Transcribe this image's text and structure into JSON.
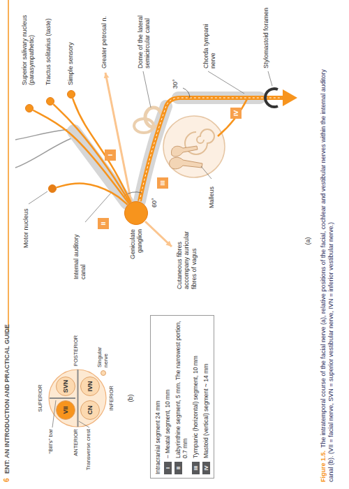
{
  "diagram": {
    "caption": "The intratemporal course of the facial nerve (a), relative positions of the facial, cochlear and vestibular nerves within the internal auditory canal (b). (VII = facial nerve, SVN = superior vestibular nerve, IVN = inferior vestibular nerve.)",
    "nodes": [
      {
        "text": [
          "Superior salivary nucleus (parasympathetic)"
        ]
      },
      {
        "text": [
          "Tractus solitarius (taste)"
        ]
      },
      {
        "text": [
          "Simple sensory"
        ]
      },
      {
        "text": [
          "Motor nucleus"
        ]
      },
      {
        "text": [
          "Geniculate ganglion"
        ]
      },
      {
        "text": [
          "I"
        ]
      },
      {
        "text": [
          "II"
        ]
      },
      {
        "text": [
          "III"
        ]
      },
      {
        "text": [
          "IV"
        ]
      },
      {
        "text": [
          "VII"
        ]
      },
      {
        "text": [
          "SVN"
        ]
      },
      {
        "text": [
          "CN"
        ]
      },
      {
        "text": [
          "IVN"
        ]
      }
    ],
    "edges": [
      {
        "from": 0,
        "to": 4,
        "arrow": "none"
      },
      {
        "from": 1,
        "to": 4,
        "arrow": "none"
      },
      {
        "from": 2,
        "to": 4,
        "arrow": "none"
      },
      {
        "from": 3,
        "to": 4,
        "arrow": "none"
      }
    ],
    "labels": [
      "6",
      "ENT: AN INTRODUCTION AND PRACTICAL GUIDE",
      "SUPERIOR",
      "POSTERIOR",
      "ANTERIOR",
      "INFERIOR",
      "“Bill’s” bar",
      "Transverse crest",
      "Singular nerve",
      "(b)",
      "Intracranial segment 24 mm",
      "I",
      "II",
      "III",
      "IV",
      "Internal auditory canal",
      "60°",
      "Greater petrosal n.",
      "Dome of the lateral semicircular canal",
      "30°",
      "Chorda tympani nerve",
      "Stylomastoid foramen",
      "Malleus",
      "Cutaneous fibres accompany auricular fibres of vagus",
      "(a)",
      "Figure 1.5."
    ],
    "legend": [
      {
        "text": "– Meatal segment, 10 mm",
        "color": "#58595b"
      },
      {
        "text": "Labyrinthine segment, 5 mm. The narrowest portion, 0.7 mm",
        "color": "#58595b"
      },
      {
        "text": "Tympanic (horizontal) segment, 10 mm",
        "color": "#58595b"
      },
      {
        "text": "Mastoid (vertical) segment ~ 14 mm",
        "color": "#58595b"
      }
    ]
  }
}
